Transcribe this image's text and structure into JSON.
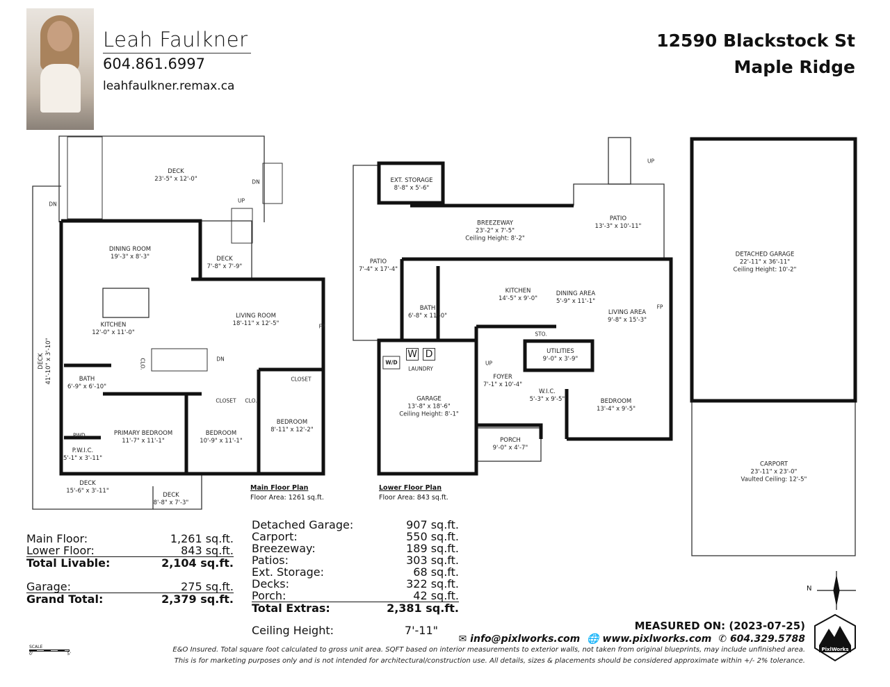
{
  "agent": {
    "name": "Leah Faulkner",
    "phone": "604.861.6997",
    "website": "leahfaulkner.remax.ca"
  },
  "address": {
    "line1": "12590 Blackstock St",
    "line2": "Maple Ridge"
  },
  "main_floor": {
    "title": "Main Floor Plan",
    "area": "Floor Area: 1261 sq.ft.",
    "rooms": [
      {
        "name": "DECK",
        "dims": "23'-5\" x 12'-0\""
      },
      {
        "name": "DINING ROOM",
        "dims": "19'-3\" x 8'-3\""
      },
      {
        "name": "DECK",
        "dims": "7'-8\" x 7'-9\""
      },
      {
        "name": "KITCHEN",
        "dims": "12'-0\" x 11'-0\""
      },
      {
        "name": "LIVING ROOM",
        "dims": "18'-11\" x 12'-5\""
      },
      {
        "name": "DECK",
        "dims": "41'-10\" x 3'-10\""
      },
      {
        "name": "BATH",
        "dims": "6'-9\" x 6'-10\""
      },
      {
        "name": "PRIMARY BEDROOM",
        "dims": "11'-7\" x 11'-1\""
      },
      {
        "name": "BEDROOM",
        "dims": "10'-9\" x 11'-1\""
      },
      {
        "name": "BEDROOM",
        "dims": "8'-11\" x 12'-2\""
      },
      {
        "name": "P.W.I.C.",
        "dims": "5'-1\" x 3'-11\""
      },
      {
        "name": "DECK",
        "dims": "15'-6\" x 3'-11\""
      },
      {
        "name": "DECK",
        "dims": "8'-8\" x 7'-3\""
      }
    ],
    "tags": {
      "pwd": "PWD.",
      "closet": "CLOSET",
      "clo": "CLO.",
      "fp": "FP",
      "dn": "DN",
      "up": "UP"
    }
  },
  "lower_floor": {
    "title": "Lower Floor Plan",
    "area": "Floor Area: 843 sq.ft.",
    "rooms": [
      {
        "name": "EXT. STORAGE",
        "dims": "8'-8\" x 5'-6\""
      },
      {
        "name": "BREEZEWAY",
        "dims": "23'-2\" x 7'-5\"",
        "extra": "Ceiling Height: 8'-2\""
      },
      {
        "name": "PATIO",
        "dims": "13'-3\" x 10'-11\""
      },
      {
        "name": "PATIO",
        "dims": "7'-4\" x 17'-4\""
      },
      {
        "name": "KITCHEN",
        "dims": "14'-5\" x 9'-0\""
      },
      {
        "name": "DINING AREA",
        "dims": "5'-9\" x 11'-1\""
      },
      {
        "name": "LIVING AREA",
        "dims": "9'-8\" x 15'-3\""
      },
      {
        "name": "BATH",
        "dims": "6'-8\" x 11'-0\""
      },
      {
        "name": "UTILITIES",
        "dims": "9'-0\" x 3'-9\""
      },
      {
        "name": "GARAGE",
        "dims": "13'-8\" x 18'-6\"",
        "extra": "Ceiling Height: 8'-1\""
      },
      {
        "name": "FOYER",
        "dims": "7'-1\" x 10'-4\""
      },
      {
        "name": "W.I.C.",
        "dims": "5'-3\" x 9'-5\""
      },
      {
        "name": "BEDROOM",
        "dims": "13'-4\" x 9'-5\""
      },
      {
        "name": "PORCH",
        "dims": "9'-0\" x 4'-7\""
      }
    ],
    "tags": {
      "laundry": "LAUNDRY",
      "wd": "W/D",
      "w": "W",
      "d": "D",
      "sto": "STO.",
      "fp": "FP",
      "up": "UP"
    }
  },
  "outbuilding": {
    "rooms": [
      {
        "name": "DETACHED GARAGE",
        "dims": "22'-11\" x 36'-11\"",
        "extra": "Ceiling Height: 10'-2\""
      },
      {
        "name": "CARPORT",
        "dims": "23'-11\" x 23'-0\"",
        "extra": "Vaulted Ceiling: 12'-5\""
      }
    ]
  },
  "summary": {
    "living": [
      {
        "label": "Main Floor:",
        "value": "1,261 sq.ft."
      },
      {
        "label": "Lower Floor:",
        "value": "843 sq.ft."
      },
      {
        "label": "Total Livable:",
        "value": "2,104 sq.ft."
      }
    ],
    "garage": {
      "label": "Garage:",
      "value": "275 sq.ft."
    },
    "grand": {
      "label": "Grand Total:",
      "value": "2,379 sq.ft."
    },
    "extras": [
      {
        "label": "Detached Garage:",
        "value": "907 sq.ft."
      },
      {
        "label": "Carport:",
        "value": "550 sq.ft."
      },
      {
        "label": "Breezeway:",
        "value": "189 sq.ft."
      },
      {
        "label": "Patios:",
        "value": "303 sq.ft."
      },
      {
        "label": "Ext. Storage:",
        "value": "68 sq.ft."
      },
      {
        "label": "Decks:",
        "value": "322 sq.ft."
      },
      {
        "label": "Porch:",
        "value": "42 sq.ft."
      }
    ],
    "total_extras": {
      "label": "Total Extras:",
      "value": "2,381 sq.ft."
    },
    "ceiling": {
      "label": "Ceiling Height:",
      "value": "7'-11\""
    }
  },
  "measured": "MEASURED ON: (2023-07-25)",
  "contact": {
    "email": "info@pixlworks.com",
    "web": "www.pixlworks.com",
    "phone": "604.329.5788"
  },
  "disclaimer1": "E&O Insured.  Total square foot calculated to gross unit area. SQFT based on interior measurements to exterior walls, not taken from original blueprints, may include unfinished area.",
  "disclaimer2": "This is for marketing purposes only and is not intended for architectural/construction use.  All details, sizes & placements should be considered approximate within +/- 2%  tolerance.",
  "scale": {
    "label": "SCALE",
    "min": "0'",
    "max": "5'"
  },
  "compass": "N",
  "logo_text": "PixlWorks"
}
